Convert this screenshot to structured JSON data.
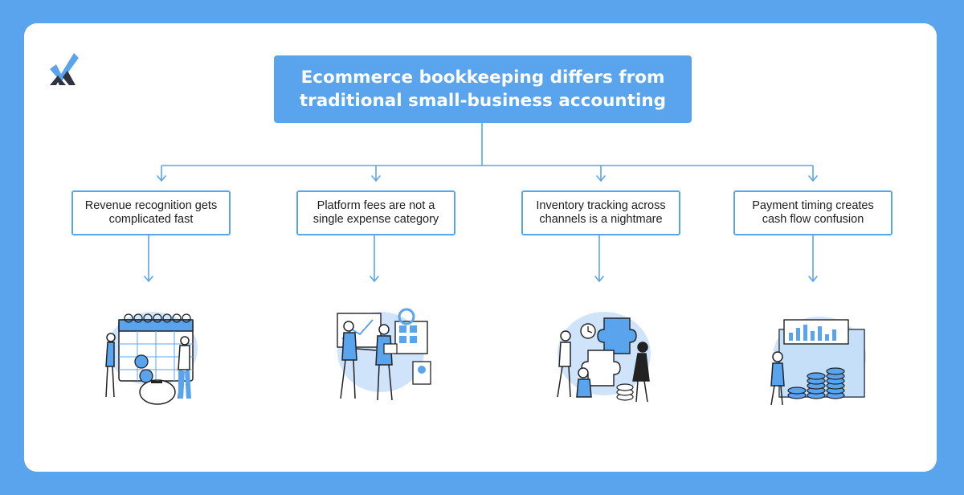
{
  "title": "Ecommerce bookkeeping differs from traditional small-business accounting",
  "colors": {
    "accent": "#5aa4ee",
    "dark": "#222222",
    "light": "#cfe4fb"
  },
  "nodes": [
    {
      "label": "Revenue recognition gets complicated fast",
      "illustration": "calendar-piggy-bank-illustration"
    },
    {
      "label": "Platform fees are not a single expense category",
      "illustration": "team-handshake-dashboard-illustration"
    },
    {
      "label": "Inventory tracking across channels is a nightmare",
      "illustration": "team-puzzle-illustration"
    },
    {
      "label": "Payment timing creates cash flow confusion",
      "illustration": "coins-chart-illustration"
    }
  ]
}
